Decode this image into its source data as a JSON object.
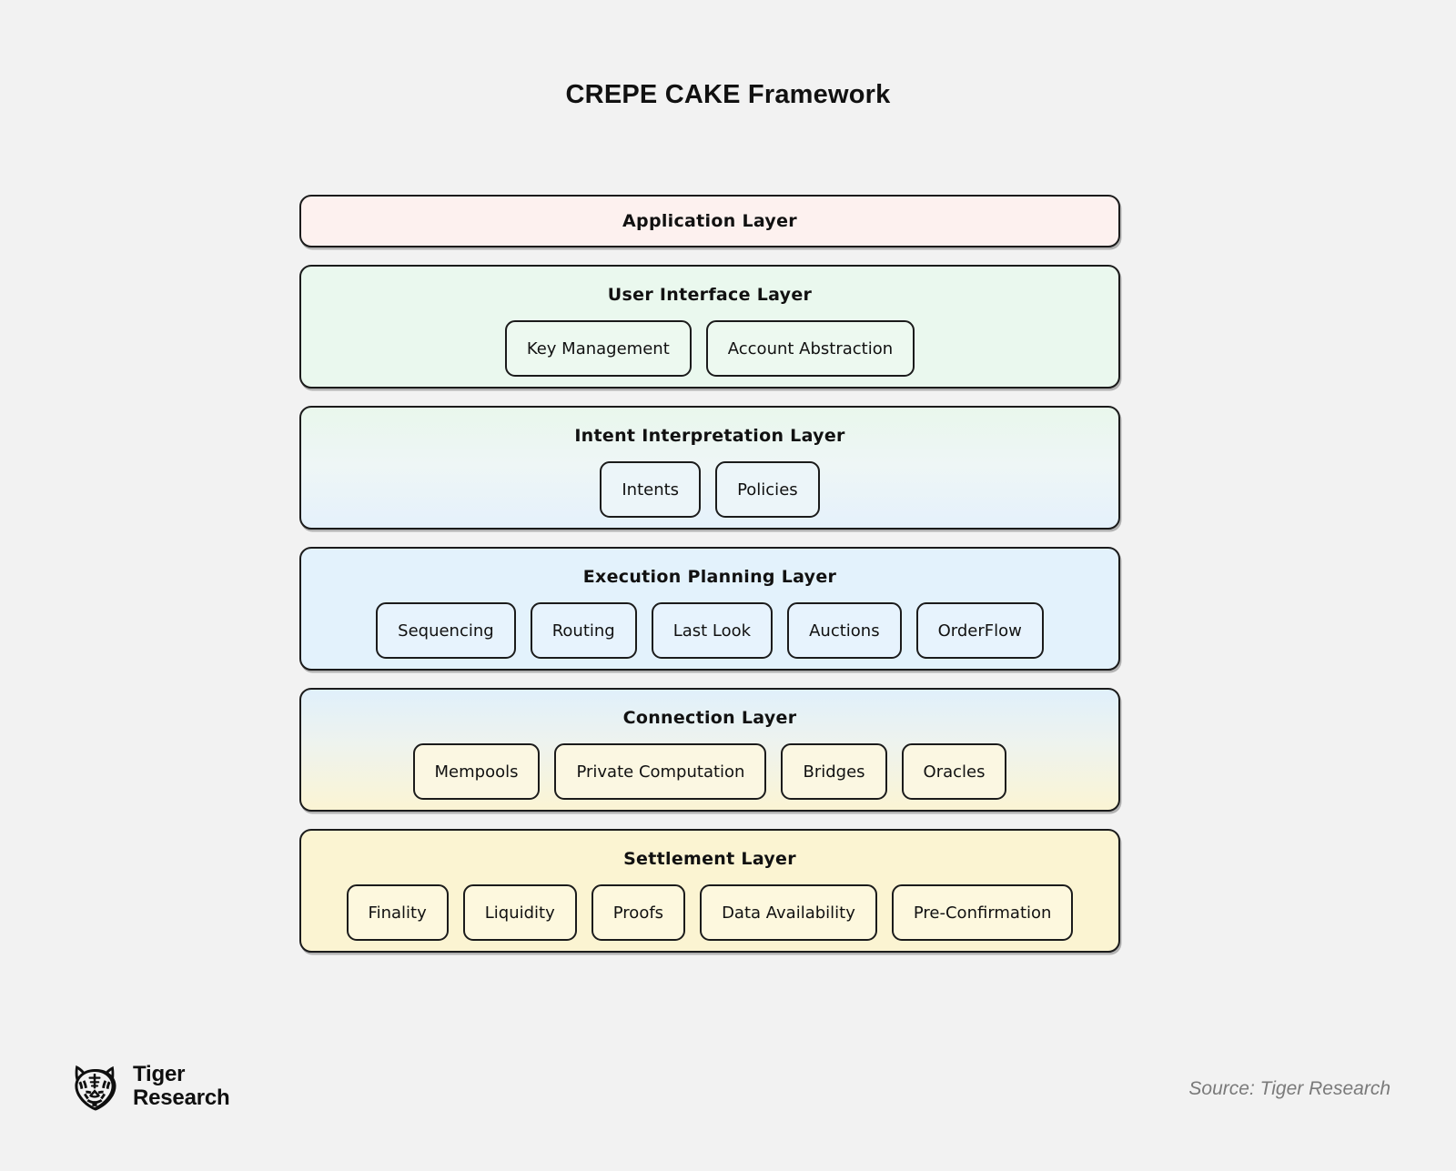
{
  "title": "CREPE CAKE Framework",
  "background_color": "#f2f2f2",
  "layers": [
    {
      "name": "Application Layer",
      "color": "#fdf1ef",
      "components": []
    },
    {
      "name": "User Interface Layer",
      "color": "#eaf8ee",
      "components": [
        "Key Management",
        "Account Abstraction"
      ]
    },
    {
      "name": "Intent Interpretation Layer",
      "color": "#e9f7ec",
      "color_end": "#e5f1fb",
      "components": [
        "Intents",
        "Policies"
      ]
    },
    {
      "name": "Execution Planning Layer",
      "color": "#e3f2fc",
      "components": [
        "Sequencing",
        "Routing",
        "Last Look",
        "Auctions",
        "OrderFlow"
      ]
    },
    {
      "name": "Connection Layer",
      "color": "#e0f0fb",
      "color_end": "#fbf4d4",
      "components": [
        "Mempools",
        "Private Computation",
        "Bridges",
        "Oracles"
      ]
    },
    {
      "name": "Settlement Layer",
      "color": "#fbf4d2",
      "components": [
        "Finality",
        "Liquidity",
        "Proofs",
        "Data Availability",
        "Pre-Confirmation"
      ]
    }
  ],
  "footer": {
    "logo_line1": "Tiger",
    "logo_line2": "Research",
    "logo_icon": "tiger-head-icon",
    "source": "Source: Tiger Research"
  }
}
